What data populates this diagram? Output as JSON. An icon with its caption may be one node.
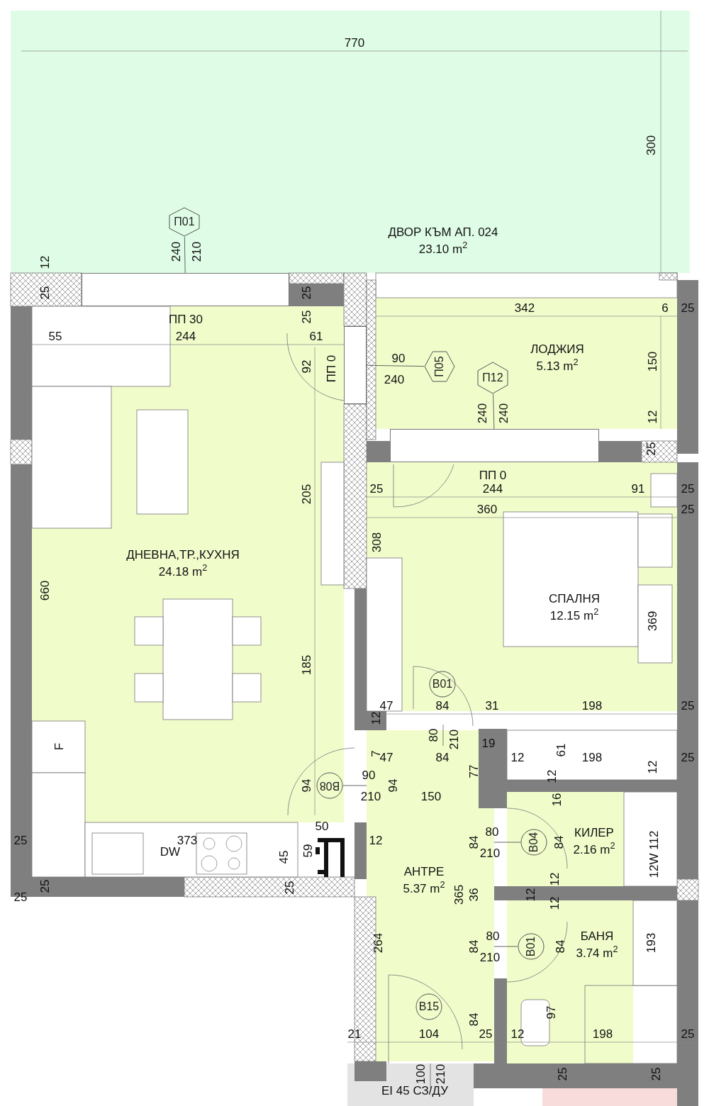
{
  "diagram": {
    "nodes": [
      {
        "text": [
          "ДВОР КЪМ АП. 024",
          "23.10 m$^{2}$"
        ]
      },
      {
        "text": [
          "П01"
        ],
        "in": 0
      },
      {
        "text": [
          "ЛОДЖИЯ",
          "5.13 m$^{2}$"
        ]
      },
      {
        "text": [
          "П05"
        ],
        "in": 2
      },
      {
        "text": [
          "П12"
        ],
        "in": 2
      },
      {
        "text": [
          "ДНЕВНА,ТР.,КУХНЯ",
          "24.18 m$^{2}$"
        ]
      },
      {
        "text": [
          "B08"
        ],
        "in": 5
      },
      {
        "text": [
          "СПАЛНЯ",
          "12.15 m$^{2}$"
        ]
      },
      {
        "text": [
          "B01"
        ],
        "in": 7
      },
      {
        "text": [
          "АНТРЕ",
          "5.37 m$^{2}$"
        ]
      },
      {
        "text": [
          "B15"
        ],
        "in": 9
      },
      {
        "text": [
          "КИЛЕР",
          "2.16 m$^{2}$"
        ]
      },
      {
        "text": [
          "B04"
        ],
        "in": 11
      },
      {
        "text": [
          "БАНЯ",
          "3.74 m$^{2}$"
        ]
      },
      {
        "text": [
          "B01"
        ],
        "in": 13
      },
      {
        "text": [],
        "shape": "window"
      },
      {
        "text": [],
        "shape": "window"
      },
      {
        "text": [],
        "shape": "window"
      }
    ],
    "edges": [
      {
        "from": 1,
        "to": 15,
        "arrow": "none"
      },
      {
        "from": 3,
        "to": 16,
        "arrow": "none"
      },
      {
        "from": 4,
        "to": 17,
        "arrow": "none"
      },
      {
        "from": 6,
        "to": 9,
        "arrow": "none"
      },
      {
        "from": 12,
        "to": 9,
        "arrow": "none"
      },
      {
        "from": 14,
        "to": 9,
        "arrow": "none"
      }
    ],
    "labels": [
      "770",
      "300",
      "12",
      "240",
      "210",
      "25",
      "25",
      "ПП 30",
      "25",
      "342",
      "6",
      "25",
      "55",
      "244",
      "61",
      "92",
      "ПП 0",
      "90",
      "240",
      "150",
      "240",
      "240",
      "12",
      "25",
      "ПП 0",
      "25",
      "244",
      "91",
      "25",
      "205",
      "360",
      "25",
      "308",
      "660",
      "369",
      "185",
      "47",
      "84",
      "31",
      "198",
      "25",
      "12",
      "F",
      "80",
      "210",
      "19",
      "7",
      "47",
      "84",
      "12",
      "61",
      "198",
      "25",
      "90",
      "94",
      "94",
      "77",
      "12",
      "12",
      "210",
      "150",
      "16",
      "50",
      "25",
      "373",
      "12",
      "80",
      "84",
      "84",
      "DW",
      "59",
      "45",
      "210",
      "12W 112",
      "12",
      "25",
      "25",
      "365",
      "36",
      "12",
      "12",
      "25",
      "264",
      "80",
      "84",
      "84",
      "210",
      "193",
      "97",
      "84",
      "21",
      "104",
      "25",
      "12",
      "198",
      "25",
      "100",
      "210",
      "25",
      "25",
      "EI 45 СЗ/ДУ"
    ]
  }
}
